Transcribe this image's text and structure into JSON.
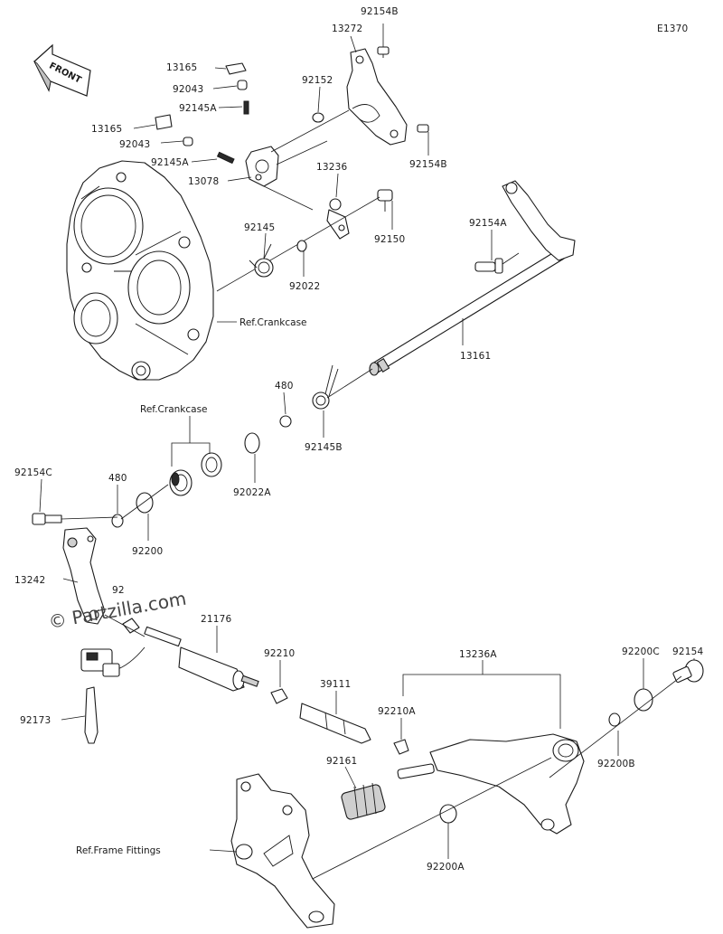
{
  "diagram_code": "E1370",
  "front_label": "FRONT",
  "watermark": "© Partzilla.com",
  "refs": {
    "crankcase_1": "Ref.Crankcase",
    "crankcase_2": "Ref.Crankcase",
    "frame_fittings": "Ref.Frame Fittings"
  },
  "parts": {
    "p92154B_top": "92154B",
    "p13272": "13272",
    "p13165_a": "13165",
    "p92043_a": "92043",
    "p92145A_a": "92145A",
    "p92152": "92152",
    "p13165_b": "13165",
    "p92043_b": "92043",
    "p92145A_b": "92145A",
    "p13078": "13078",
    "p92154B_mid": "92154B",
    "p13236": "13236",
    "p92145": "92145",
    "p92150": "92150",
    "p92022": "92022",
    "p92154A": "92154A",
    "p13161": "13161",
    "p480_a": "480",
    "p92145B": "92145B",
    "p92022A": "92022A",
    "p92154C": "92154C",
    "p480_b": "480",
    "p92200": "92200",
    "p13242": "13242",
    "p92_partial": "92",
    "p21176": "21176",
    "p92210": "92210",
    "p13236A": "13236A",
    "p39111": "39111",
    "p92210A": "92210A",
    "p92154": "92154",
    "p92200C": "92200C",
    "p92173": "92173",
    "p92161": "92161",
    "p92200B": "92200B",
    "p92200A": "92200A"
  }
}
